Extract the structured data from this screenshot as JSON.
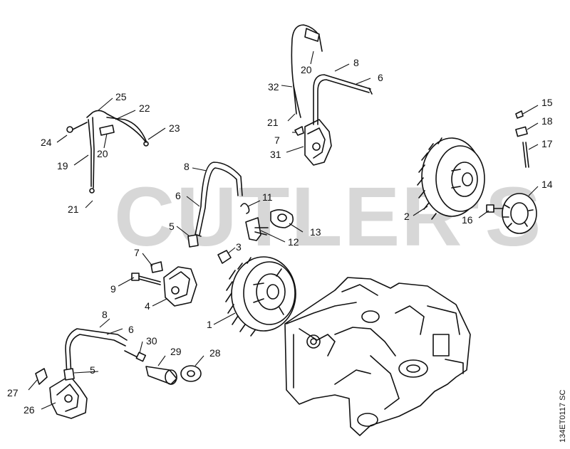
{
  "watermark": "CUTLER'S",
  "diagram_code": "134ET0117 SC",
  "callouts": {
    "c1": "1",
    "c2": "2",
    "c3": "3",
    "c4": "4",
    "c5a": "5",
    "c5b": "5",
    "c6a": "6",
    "c6b": "6",
    "c6c": "6",
    "c7a": "7",
    "c7b": "7",
    "c8a": "8",
    "c8b": "8",
    "c8c": "8",
    "c9": "9",
    "c11": "11",
    "c12": "12",
    "c13": "13",
    "c14": "14",
    "c15": "15",
    "c16": "16",
    "c17": "17",
    "c18": "18",
    "c19": "19",
    "c20a": "20",
    "c20b": "20",
    "c21a": "21",
    "c21b": "21",
    "c22": "22",
    "c23": "23",
    "c24": "24",
    "c25": "25",
    "c26": "26",
    "c27": "27",
    "c28": "28",
    "c29": "29",
    "c30": "30",
    "c31": "31",
    "c32": "32"
  }
}
